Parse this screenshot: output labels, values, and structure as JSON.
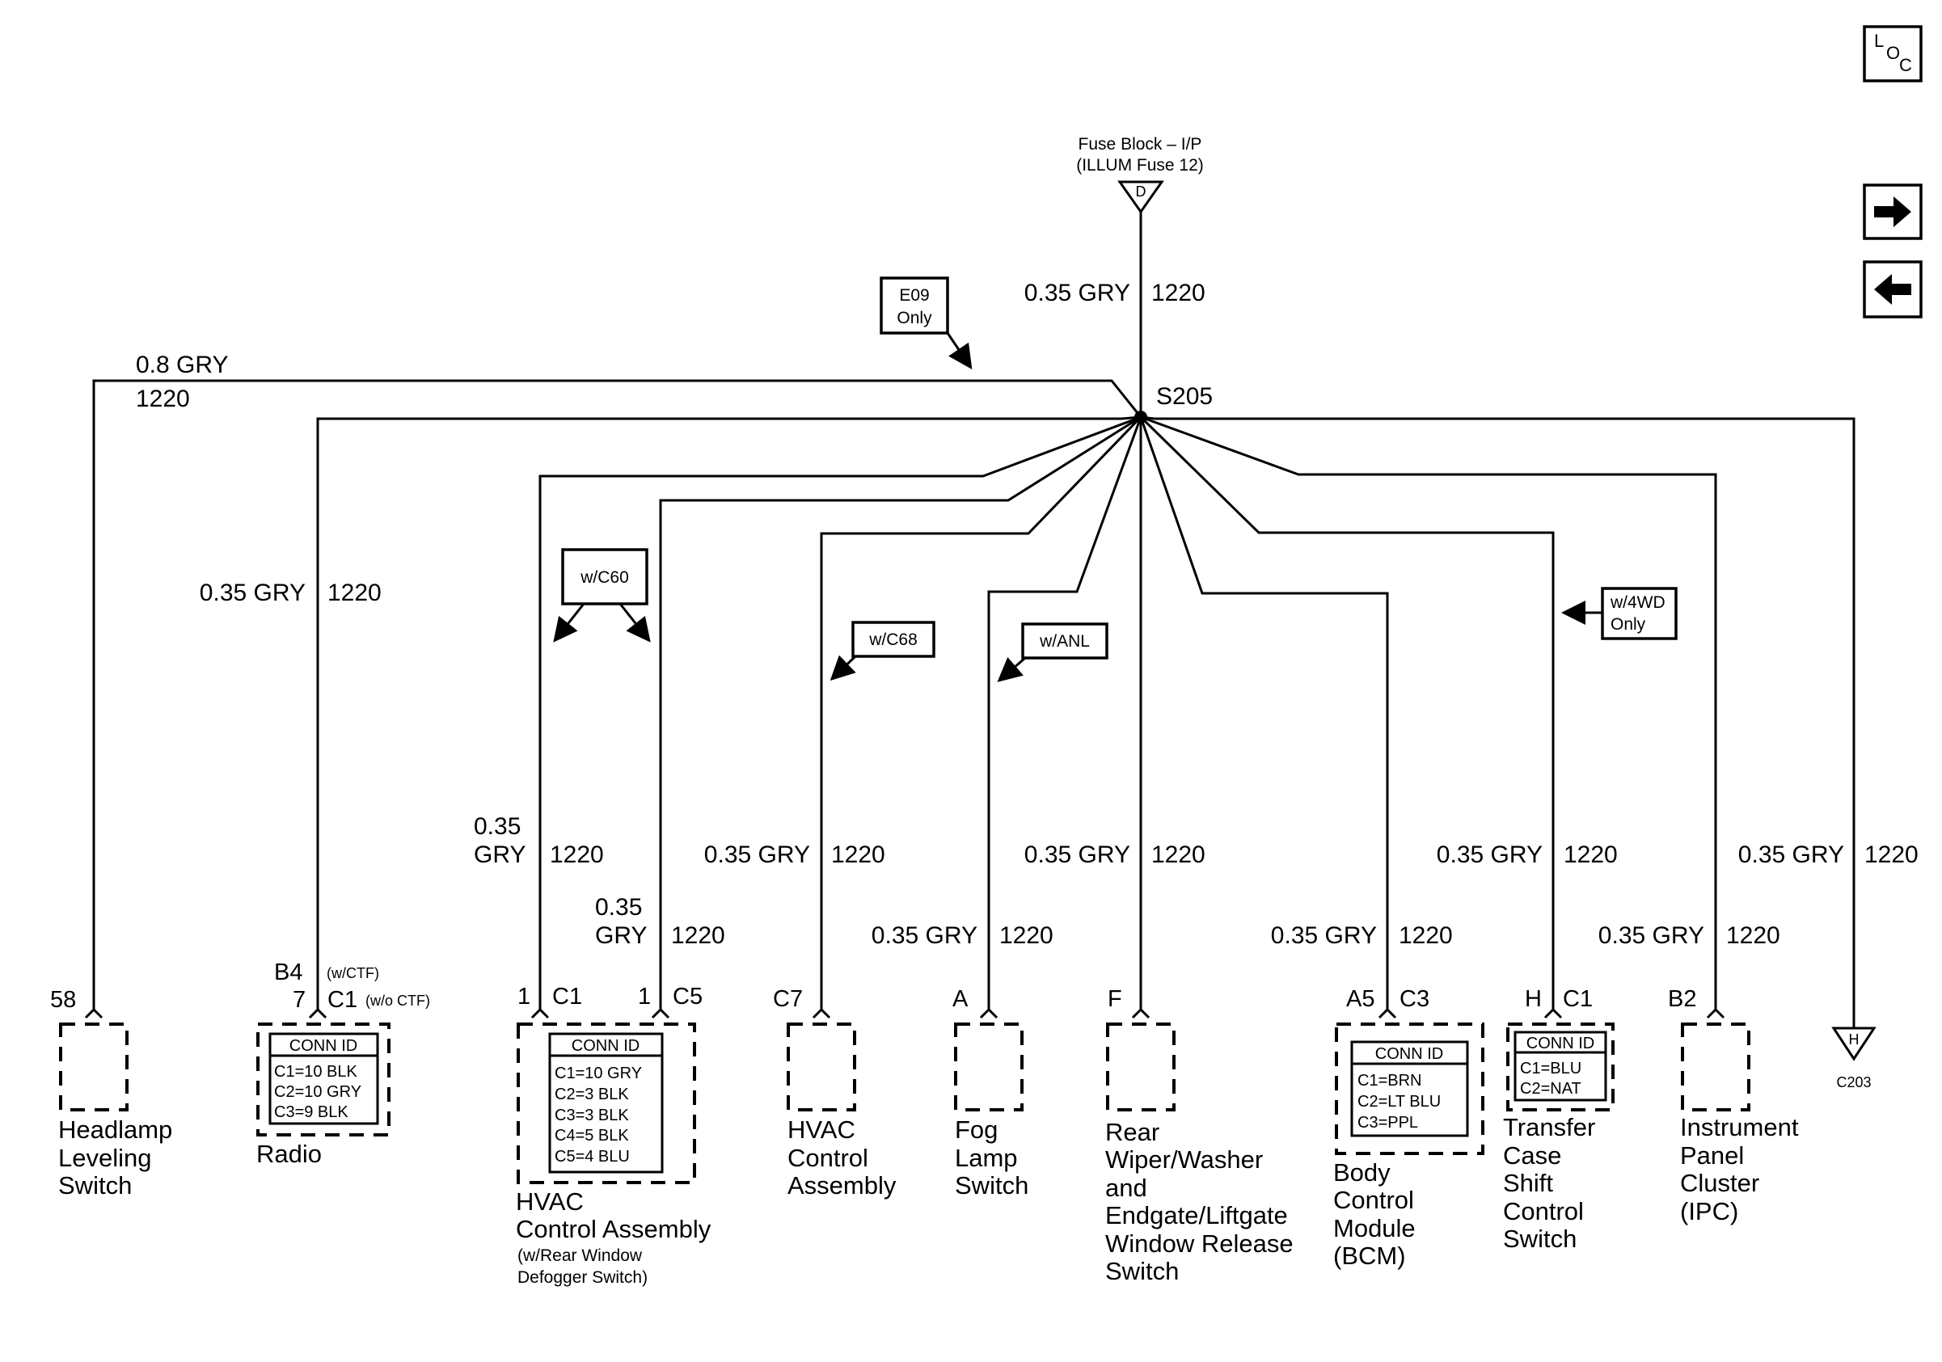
{
  "nav": {
    "loc_l": "L",
    "loc_o": "O",
    "loc_c": "C"
  },
  "source": {
    "line1": "Fuse Block – I/P",
    "line2": "(ILLUM Fuse 12)",
    "terminal": "D"
  },
  "wires": {
    "main_color": "0.35 GRY",
    "main_circuit": "1220",
    "headlamp_color": "0.8 GRY",
    "headlamp_circuit": "1220",
    "radio_color": "0.35 GRY",
    "radio_circuit": "1220",
    "hvac1_size": "0.35",
    "hvac1_color": "GRY",
    "hvac1_circuit": "1220",
    "hvac5_size": "0.35",
    "hvac5_color": "GRY",
    "hvac5_circuit": "1220",
    "hvac7_color": "0.35 GRY",
    "hvac7_circuit": "1220",
    "fog_color": "0.35 GRY",
    "fog_circuit": "1220",
    "rear_color": "0.35 GRY",
    "rear_circuit": "1220",
    "bcm_color": "0.35 GRY",
    "bcm_circuit": "1220",
    "tcase_color": "0.35 GRY",
    "tcase_circuit": "1220",
    "ipc_color": "0.35 GRY",
    "ipc_circuit": "1220",
    "c203_color": "0.35 GRY",
    "c203_circuit": "1220"
  },
  "splice": "S205",
  "options": {
    "e09_line1": "E09",
    "e09_line2": "Only",
    "c60": "w/C60",
    "c68": "w/C68",
    "anl": "w/ANL",
    "wd_line1": "w/4WD",
    "wd_line2": "Only"
  },
  "pins": {
    "headlamp_pin": "58",
    "radio_b4": "B4",
    "radio_wctf": "(w/CTF)",
    "radio_7": "7",
    "radio_c1": "C1",
    "radio_woctf": "(w/o CTF)",
    "hvac1_pin": "1",
    "hvac1_conn": "C1",
    "hvac5_pin": "1",
    "hvac5_conn": "C5",
    "hvac7_pin": "C7",
    "fog_pin": "A",
    "rear_pin": "F",
    "bcm_pin": "A5",
    "bcm_conn": "C3",
    "tcase_pin": "H",
    "tcase_conn": "C1",
    "ipc_pin": "B2",
    "c203_pin": "H",
    "c203_conn": "C203"
  },
  "conn_ids": {
    "radio": {
      "title": "CONN ID",
      "rows": [
        "C1=10 BLK",
        "C2=10 GRY",
        "C3=9 BLK"
      ]
    },
    "hvac": {
      "title": "CONN ID",
      "rows": [
        "C1=10 GRY",
        "C2=3 BLK",
        "C3=3 BLK",
        "C4=5 BLK",
        "C5=4 BLU"
      ]
    },
    "bcm": {
      "title": "CONN ID",
      "rows": [
        "C1=BRN",
        "C2=LT BLU",
        "C3=PPL"
      ]
    },
    "tcase": {
      "title": "CONN ID",
      "rows": [
        "C1=BLU",
        "C2=NAT"
      ]
    }
  },
  "components": {
    "headlamp": [
      "Headlamp",
      "Leveling",
      "Switch"
    ],
    "radio": [
      "Radio"
    ],
    "hvac_main": [
      "HVAC",
      "Control Assembly"
    ],
    "hvac_sub": [
      "(w/Rear Window",
      "Defogger Switch)"
    ],
    "hvac2": [
      "HVAC",
      "Control",
      "Assembly"
    ],
    "fog": [
      "Fog",
      "Lamp",
      "Switch"
    ],
    "rear": [
      "Rear",
      "Wiper/Washer",
      "and",
      "Endgate/Liftgate",
      "Window Release",
      "Switch"
    ],
    "bcm": [
      "Body",
      "Control",
      "Module",
      "(BCM)"
    ],
    "tcase": [
      "Transfer",
      "Case",
      "Shift",
      "Control",
      "Switch"
    ],
    "ipc": [
      "Instrument",
      "Panel",
      "Cluster",
      "(IPC)"
    ]
  }
}
